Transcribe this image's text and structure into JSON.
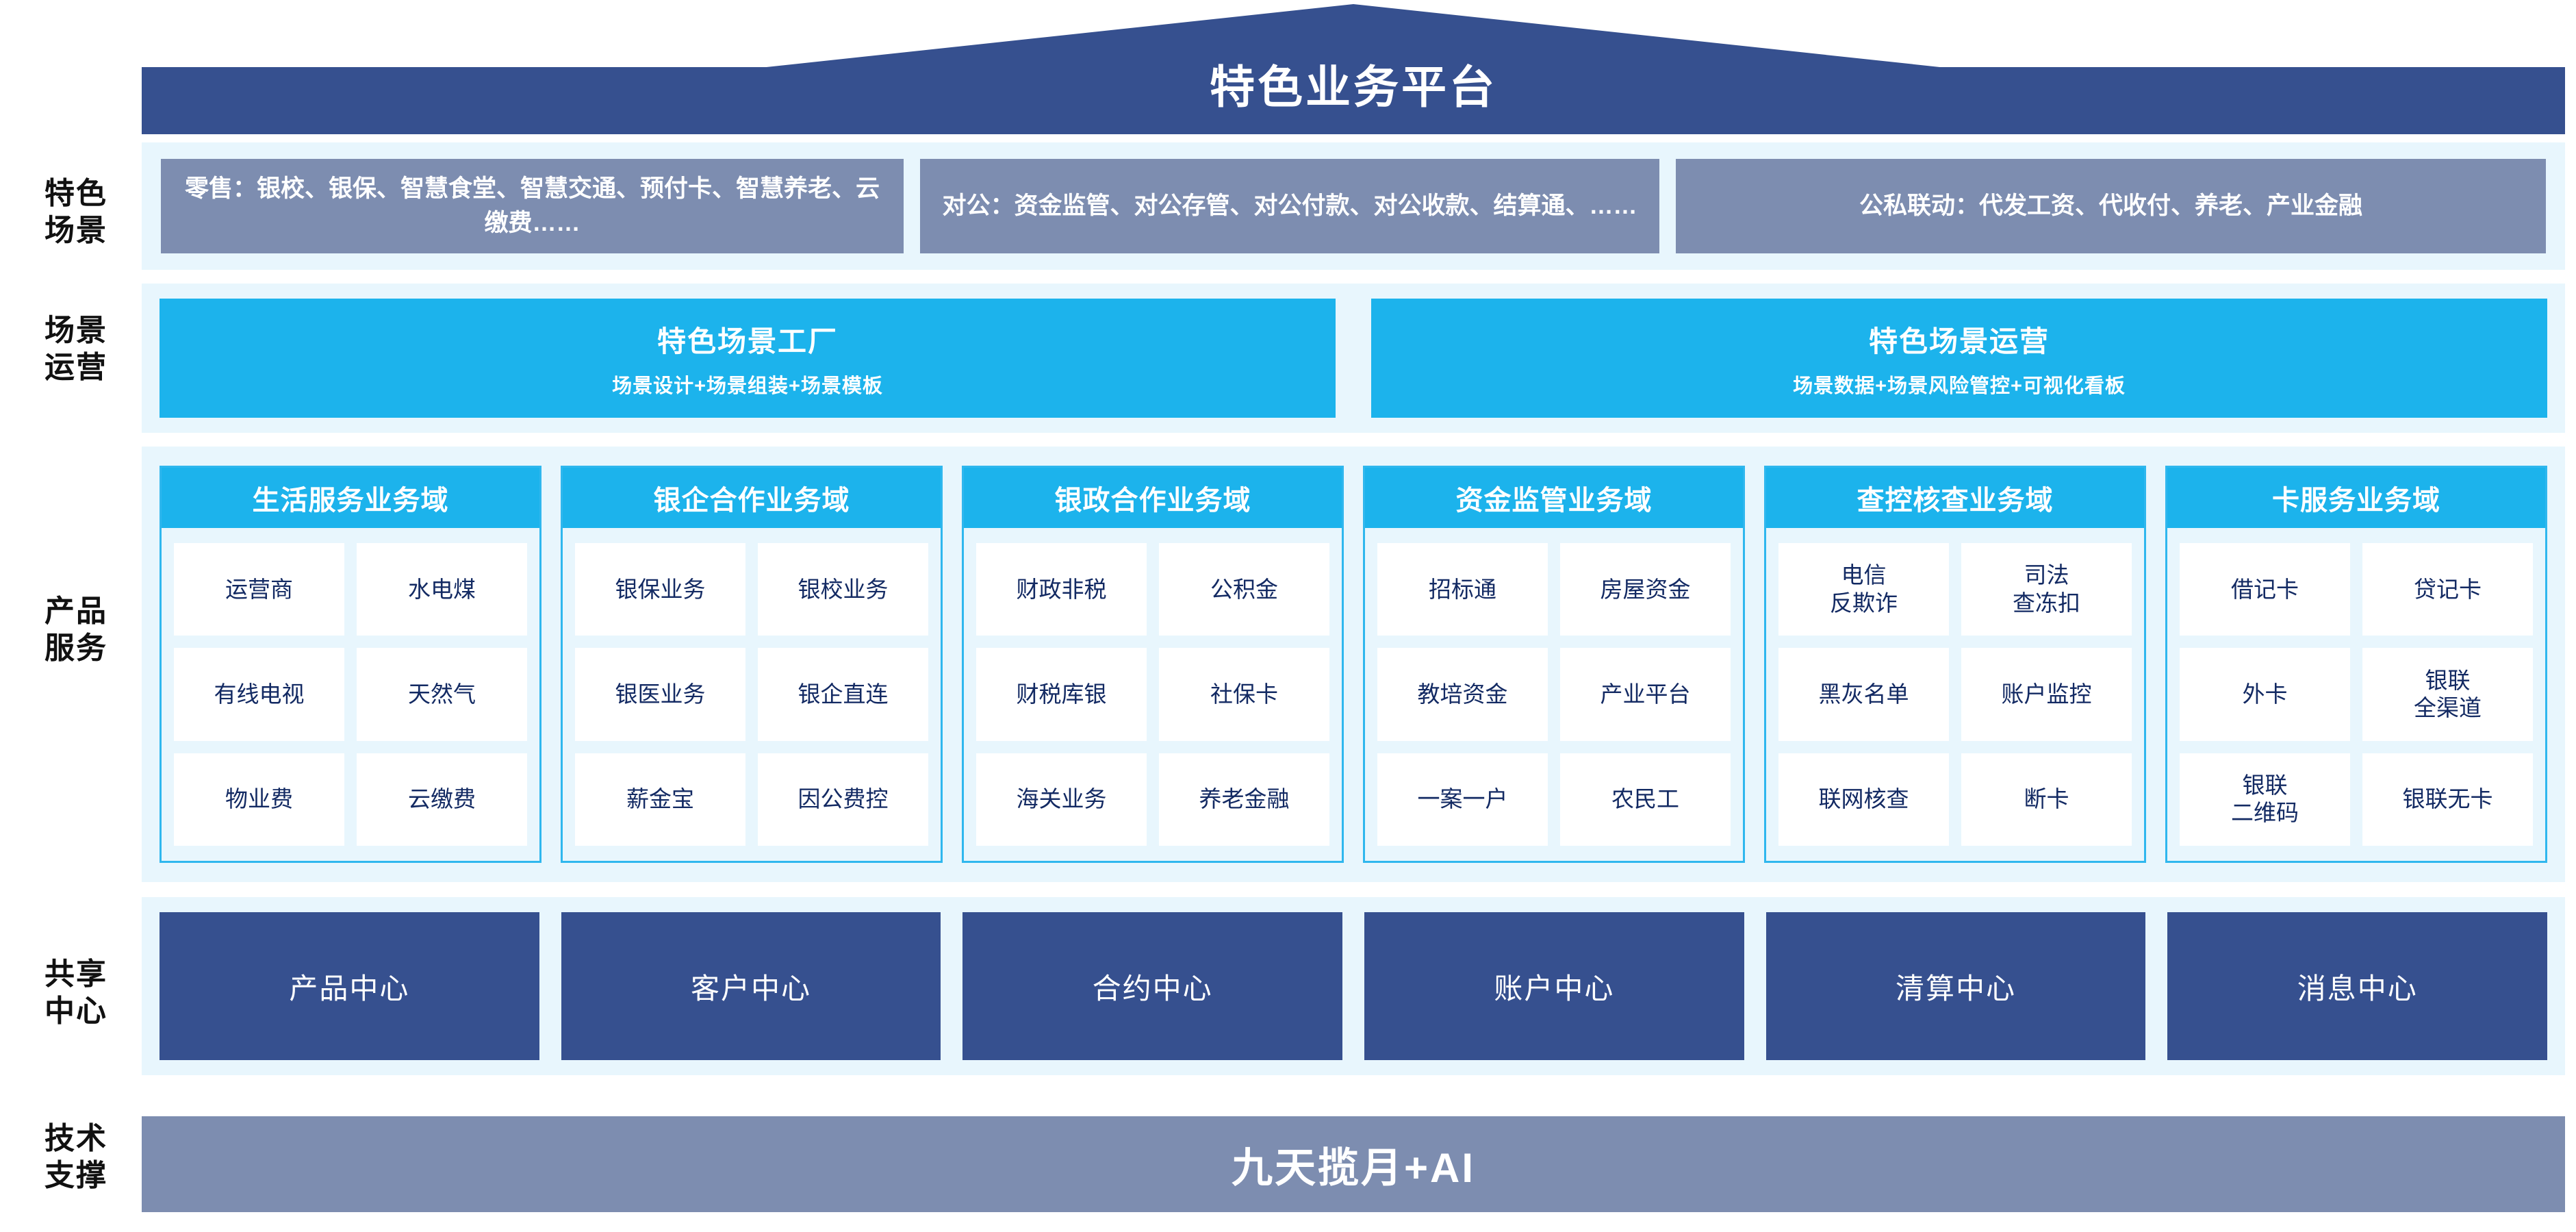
{
  "title": "特色业务平台",
  "colors": {
    "roof": "#36508f",
    "band_bg": "#e8f6fd",
    "scene_box": "#7d8db0",
    "cyan": "#1cb3ec",
    "navy": "#36508f",
    "tech_bar": "#7d8db0",
    "cell_text": "#132a63"
  },
  "rails": [
    {
      "key": "scene",
      "label": "特色\n场景"
    },
    {
      "key": "operation",
      "label": "场景\n运营"
    },
    {
      "key": "product",
      "label": "产品\n服务"
    },
    {
      "key": "shared",
      "label": "共享\n中心"
    },
    {
      "key": "tech",
      "label": "技术\n支撑"
    }
  ],
  "scene_row": {
    "boxes": [
      {
        "key": "retail",
        "text": "零售：银校、银保、智慧食堂、智慧交通、预付卡、智慧养老、云缴费……"
      },
      {
        "key": "corporate",
        "text": "对公：资金监管、对公存管、对公付款、对公收款、结算通、……"
      },
      {
        "key": "linkage",
        "text": "公私联动：代发工资、代收付、养老、产业金融"
      }
    ]
  },
  "operation_row": {
    "boxes": [
      {
        "key": "factory",
        "title": "特色场景工厂",
        "subtitle": "场景设计+场景组装+场景模板"
      },
      {
        "key": "operation",
        "title": "特色场景运营",
        "subtitle": "场景数据+场景风险管控+可视化看板"
      }
    ]
  },
  "product_row": {
    "columns": [
      {
        "key": "life-service",
        "header": "生活服务业务域",
        "cells": [
          "运营商",
          "水电煤",
          "有线电视",
          "天然气",
          "物业费",
          "云缴费"
        ]
      },
      {
        "key": "bank-enterprise",
        "header": "银企合作业务域",
        "cells": [
          "银保业务",
          "银校业务",
          "银医业务",
          "银企直连",
          "薪金宝",
          "因公费控"
        ]
      },
      {
        "key": "bank-government",
        "header": "银政合作业务域",
        "cells": [
          "财政非税",
          "公积金",
          "财税库银",
          "社保卡",
          "海关业务",
          "养老金融"
        ]
      },
      {
        "key": "fund-supervision",
        "header": "资金监管业务域",
        "cells": [
          "招标通",
          "房屋资金",
          "教培资金",
          "产业平台",
          "一案一户",
          "农民工"
        ]
      },
      {
        "key": "investigation-control",
        "header": "查控核查业务域",
        "cells": [
          "电信\n反欺诈",
          "司法\n查冻扣",
          "黑灰名单",
          "账户监控",
          "联网核查",
          "断卡"
        ]
      },
      {
        "key": "card-service",
        "header": "卡服务业务域",
        "cells": [
          "借记卡",
          "贷记卡",
          "外卡",
          "银联\n全渠道",
          "银联\n二维码",
          "银联无卡"
        ]
      }
    ]
  },
  "shared_row": {
    "boxes": [
      {
        "key": "product-center",
        "label": "产品中心"
      },
      {
        "key": "customer-center",
        "label": "客户中心"
      },
      {
        "key": "contract-center",
        "label": "合约中心"
      },
      {
        "key": "account-center",
        "label": "账户中心"
      },
      {
        "key": "clearing-center",
        "label": "清算中心"
      },
      {
        "key": "message-center",
        "label": "消息中心"
      }
    ]
  },
  "tech_row": {
    "label": "九天揽月+AI"
  }
}
